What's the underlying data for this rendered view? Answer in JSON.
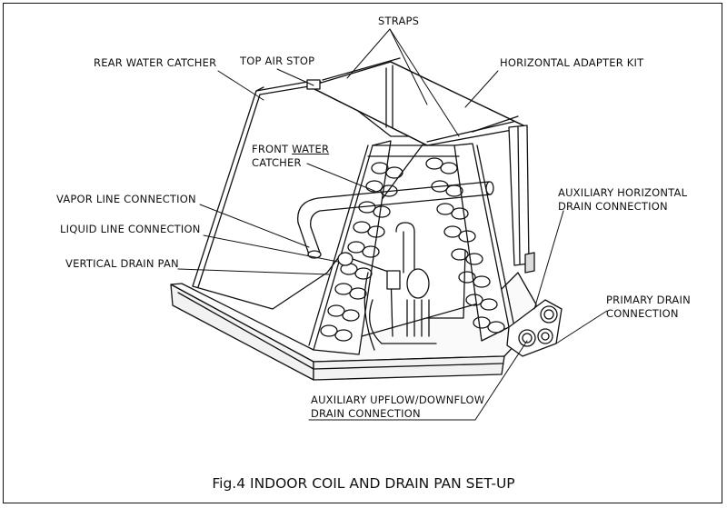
{
  "labels": {
    "straps": "STRAPS",
    "rear_water_catcher": "REAR WATER CATCHER",
    "top_air_stop": "TOP AIR STOP",
    "horizontal_adapter_kit": "HORIZONTAL ADAPTER KIT",
    "front_water_catcher_1": "FRONT ",
    "front_water_catcher_u": "WATER",
    "front_water_catcher_2": "CATCHER",
    "vapor_line": "VAPOR LINE CONNECTION",
    "liquid_line": "LIQUID LINE CONNECTION",
    "vertical_drain_pan": "VERTICAL DRAIN PAN",
    "aux_horizontal_1": "AUXILIARY HORIZONTAL",
    "aux_horizontal_2": "DRAIN CONNECTION",
    "primary_drain_1": "PRIMARY DRAIN",
    "primary_drain_2": "CONNECTION",
    "aux_upflow_1": "AUXILIARY UPFLOW/DOWNFLOW",
    "aux_upflow_2": "DRAIN CONNECTION"
  },
  "caption": "Fig.4 INDOOR COIL AND DRAIN PAN SET-UP"
}
